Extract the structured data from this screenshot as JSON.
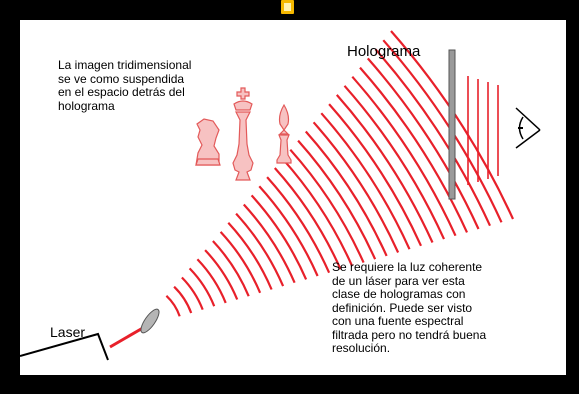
{
  "diagram": {
    "label_holograma": "Holograma",
    "label_laser": "Laser",
    "note_image": "La imagen tridimensional\nse ve como suspendida\nen el espacio detrás del\nholograma",
    "note_laser": "Se requiere la luz coherente\nde un láser para ver esta\nclase de hologramas con\ndefinición. Puede ser visto\ncon una fuente espectral\nfiltrada pero no tendrá buena\nresolución."
  },
  "colors": {
    "wave": "#e8202a",
    "beam": "#e8202a",
    "chess": "#f7c2c2",
    "chess_outline": "#e35a5a",
    "plate": "#9a9a9a",
    "background": "#ffffff",
    "frame": "#000000"
  },
  "icons": {
    "eye": "eye-icon",
    "lens": "lens-icon",
    "laser": "laser-device-icon",
    "knight": "chess-knight-icon",
    "king": "chess-king-icon",
    "bishop": "chess-bishop-icon"
  }
}
